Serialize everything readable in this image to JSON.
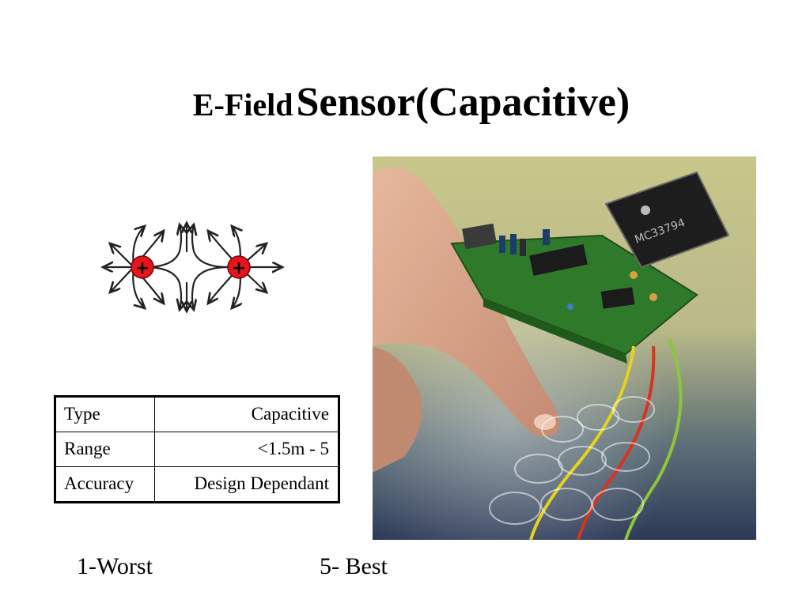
{
  "title": {
    "part1": "E-Field",
    "part2": "Sensor(Capacitive)"
  },
  "table": {
    "rows": [
      {
        "label": "Type",
        "value": "Capacitive"
      },
      {
        "label": "Range",
        "value": "<1.5m - 5"
      },
      {
        "label": "Accuracy",
        "value": "Design Dependant"
      }
    ]
  },
  "chip": {
    "label": "MC33794"
  },
  "charges": {
    "symbol": "+"
  },
  "legend": {
    "worst": "1-Worst",
    "best": "5- Best"
  },
  "colors": {
    "charge": "#e8141b",
    "board": "#2f7a2a",
    "wire_yellow": "#e6d21e",
    "wire_red": "#d8331e",
    "wire_green": "#8cc63a"
  }
}
